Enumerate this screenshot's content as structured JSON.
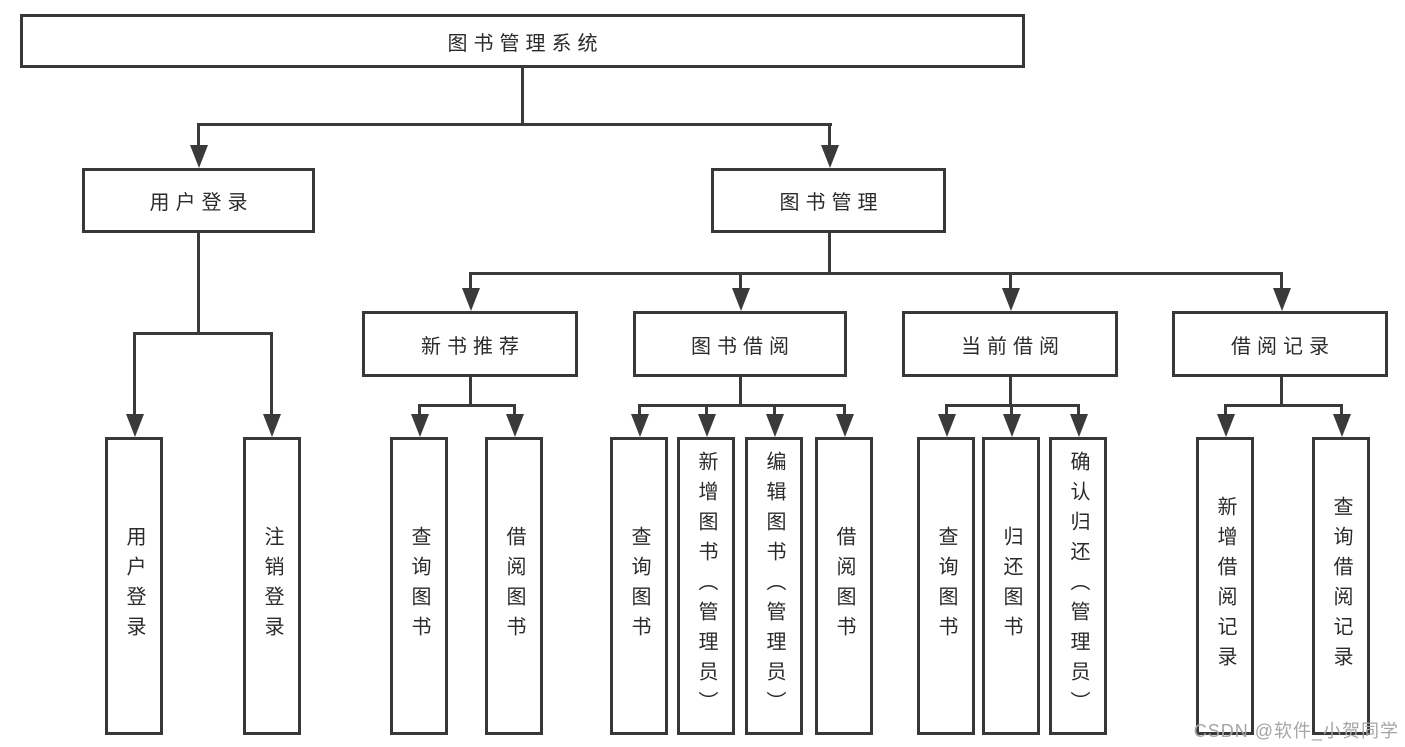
{
  "tree": {
    "label": "图书管理系统",
    "children": [
      {
        "label": "用户登录",
        "children": [
          {
            "label": "用户登录"
          },
          {
            "label": "注销登录"
          }
        ]
      },
      {
        "label": "图书管理",
        "children": [
          {
            "label": "新书推荐",
            "children": [
              {
                "label": "查询图书"
              },
              {
                "label": "借阅图书"
              }
            ]
          },
          {
            "label": "图书借阅",
            "children": [
              {
                "label": "查询图书"
              },
              {
                "label": "新增图书（管理员）"
              },
              {
                "label": "编辑图书（管理员）"
              },
              {
                "label": "借阅图书"
              }
            ]
          },
          {
            "label": "当前借阅",
            "children": [
              {
                "label": "查询图书"
              },
              {
                "label": "归还图书"
              },
              {
                "label": "确认归还（管理员）"
              }
            ]
          },
          {
            "label": "借阅记录",
            "children": [
              {
                "label": "新增借阅记录"
              },
              {
                "label": "查询借阅记录"
              }
            ]
          }
        ]
      }
    ]
  },
  "watermark": "CSDN @软件_小贺同学",
  "colors": {
    "line": "#3a3a3a",
    "text": "#2b2b2b",
    "watermark": "#a5a5a5",
    "background": "#ffffff"
  }
}
